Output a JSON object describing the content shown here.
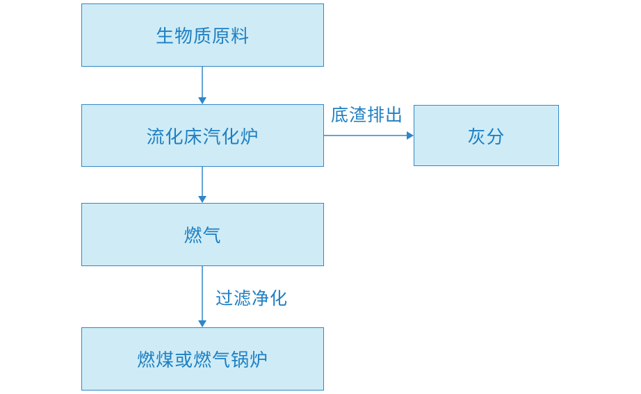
{
  "colors": {
    "node_fill": "#cfecf6",
    "node_border": "#2f86c8",
    "text": "#1f7fc2",
    "arrow": "#2f86c8"
  },
  "nodes": {
    "biomass": {
      "label": "生物质原料"
    },
    "gasifier": {
      "label": "流化床汽化炉"
    },
    "gas": {
      "label": "燃气"
    },
    "boiler": {
      "label": "燃煤或燃气锅炉"
    },
    "ash": {
      "label": "灰分"
    }
  },
  "edges": {
    "bottom_ash_label": "底渣排出",
    "filter_label": "过滤净化"
  }
}
